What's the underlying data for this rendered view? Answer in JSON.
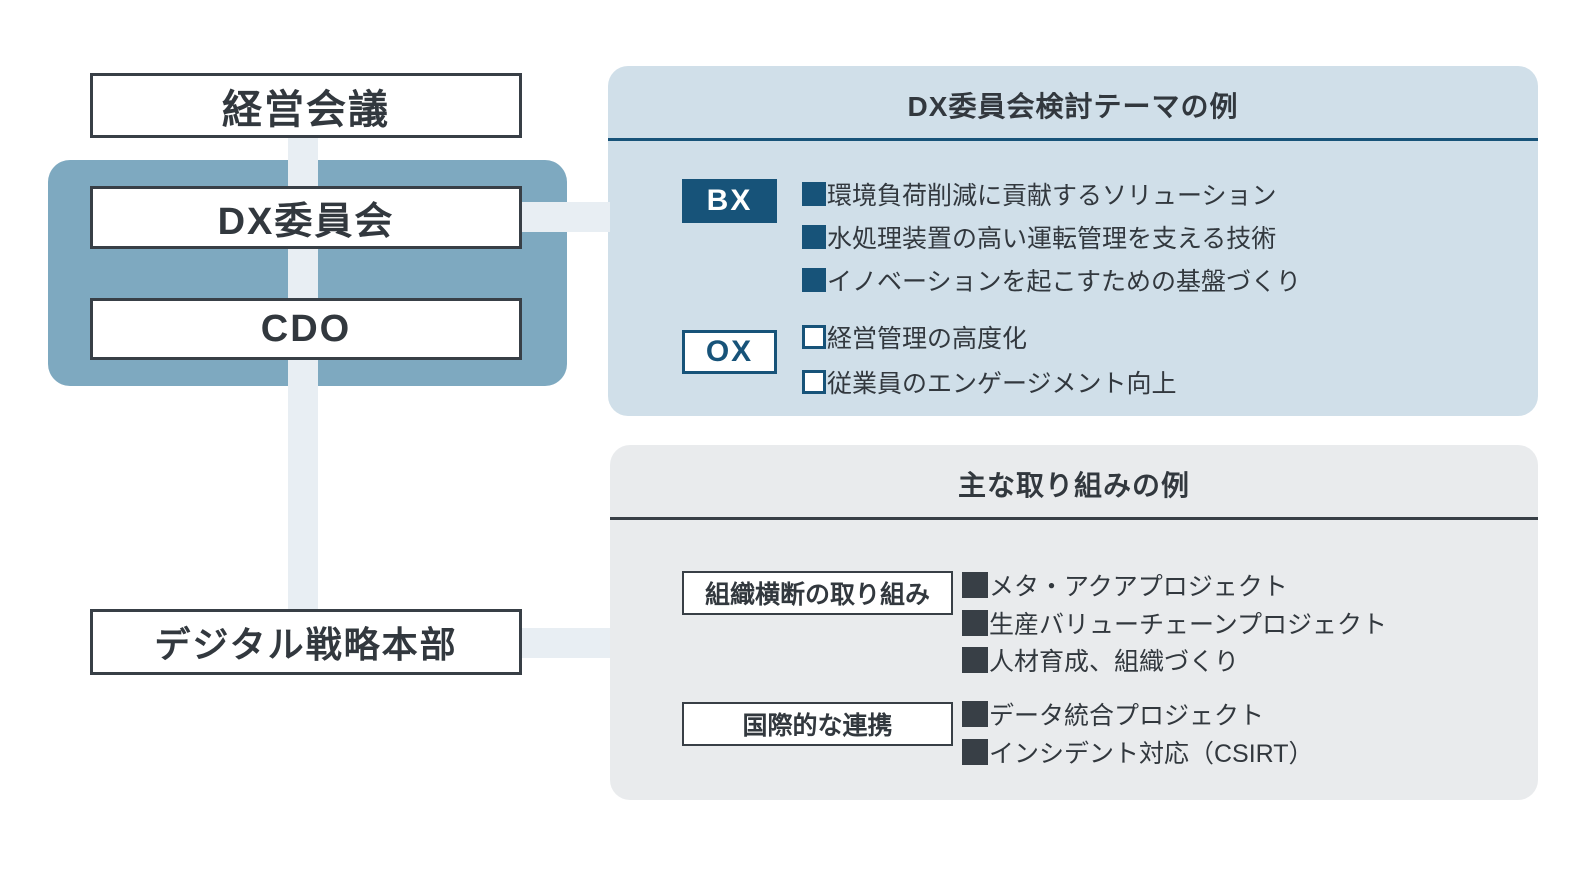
{
  "org_chart": {
    "management_box": "経営会議",
    "dx_committee_box": "DX委員会",
    "cdo_box": "CDO",
    "digital_strategy_box": "デジタル戦略本部"
  },
  "themes_panel": {
    "title": "DX委員会検討テーマの例",
    "bx": {
      "label": "BX",
      "items": [
        "環境負荷削減に貢献するソリューション",
        "水処理装置の高い運転管理を支える技術",
        "イノベーションを起こすための基盤づくり"
      ]
    },
    "ox": {
      "label": "OX",
      "items": [
        "経営管理の高度化",
        "従業員のエンゲージメント向上"
      ]
    }
  },
  "initiatives_panel": {
    "title": "主な取り組みの例",
    "groups": [
      {
        "label": "組織横断の取り組み",
        "items": [
          "メタ・アクアプロジェクト",
          "生産バリューチェーンプロジェクト",
          "人材育成、組織づくり"
        ]
      },
      {
        "label": "国際的な連携",
        "items": [
          "データ統合プロジェクト",
          "インシデント対応（CSIRT）"
        ]
      }
    ]
  },
  "colors": {
    "accent_dark_blue": "#175379",
    "container_blue": "#7EA9C0",
    "panel_light_blue": "#D0DFE9",
    "panel_light_gray": "#E9EBED",
    "connector_gray": "#E8EEF3",
    "text_dark": "#32383E",
    "border_dark": "#383F46"
  }
}
